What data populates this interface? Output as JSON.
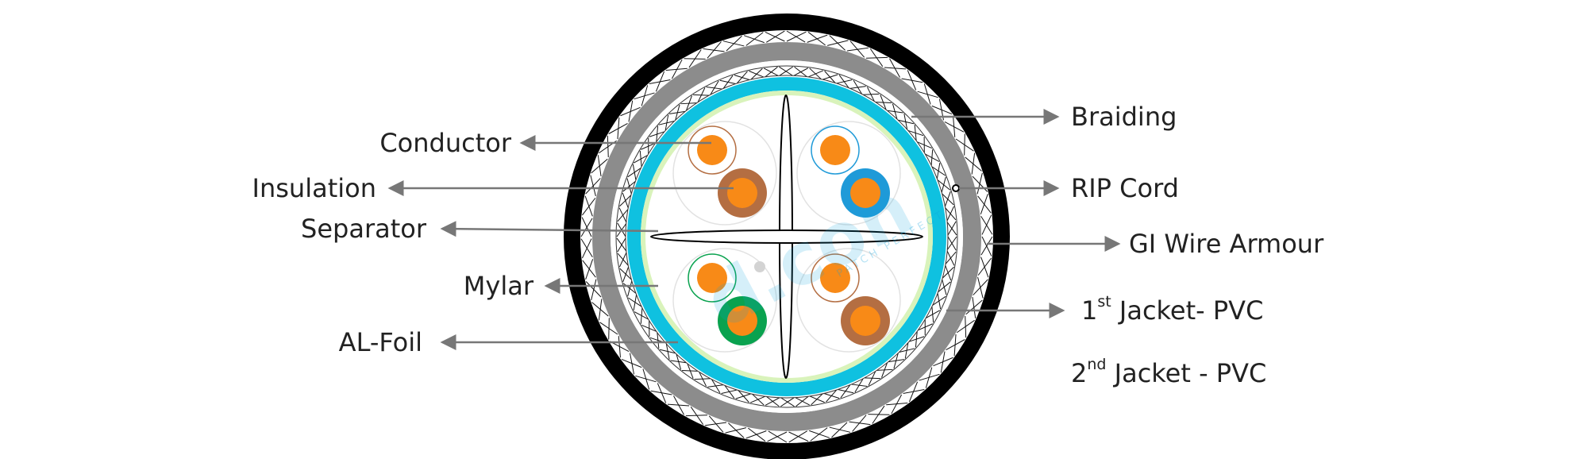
{
  "title": "Armoured Cable Cross Section",
  "labels_left": [
    {
      "id": "conductor",
      "text": "Conductor"
    },
    {
      "id": "insulation",
      "text": "Insulation"
    },
    {
      "id": "separator",
      "text": "Separator"
    },
    {
      "id": "mylar",
      "text": "Mylar"
    },
    {
      "id": "al-foil",
      "text": "AL-Foil"
    }
  ],
  "labels_right": [
    {
      "id": "braiding",
      "text": "Braiding"
    },
    {
      "id": "rip-cord",
      "text": "RIP Cord"
    },
    {
      "id": "gi-wire-armour",
      "text": "GI Wire Armour"
    },
    {
      "id": "first-jacket",
      "num": "1",
      "sup": "st",
      "text": " Jacket- PVC"
    },
    {
      "id": "second-jacket",
      "num": "2",
      "sup": "nd",
      "text": " Jacket - PVC"
    }
  ],
  "watermark": {
    "logo": "d.con",
    "tagline": "PATCH PERFECT"
  },
  "colors": {
    "outer_jacket": "#000000",
    "inner_jacket": "#8c8c8c",
    "foil": "#0fc1e0",
    "mylar": "#d9f3bb",
    "conductor": "#f88a17",
    "brown": "#b46e42",
    "blue": "#1f9ad8",
    "green": "#0aa24f",
    "leader": "#777777",
    "text": "#222222"
  }
}
